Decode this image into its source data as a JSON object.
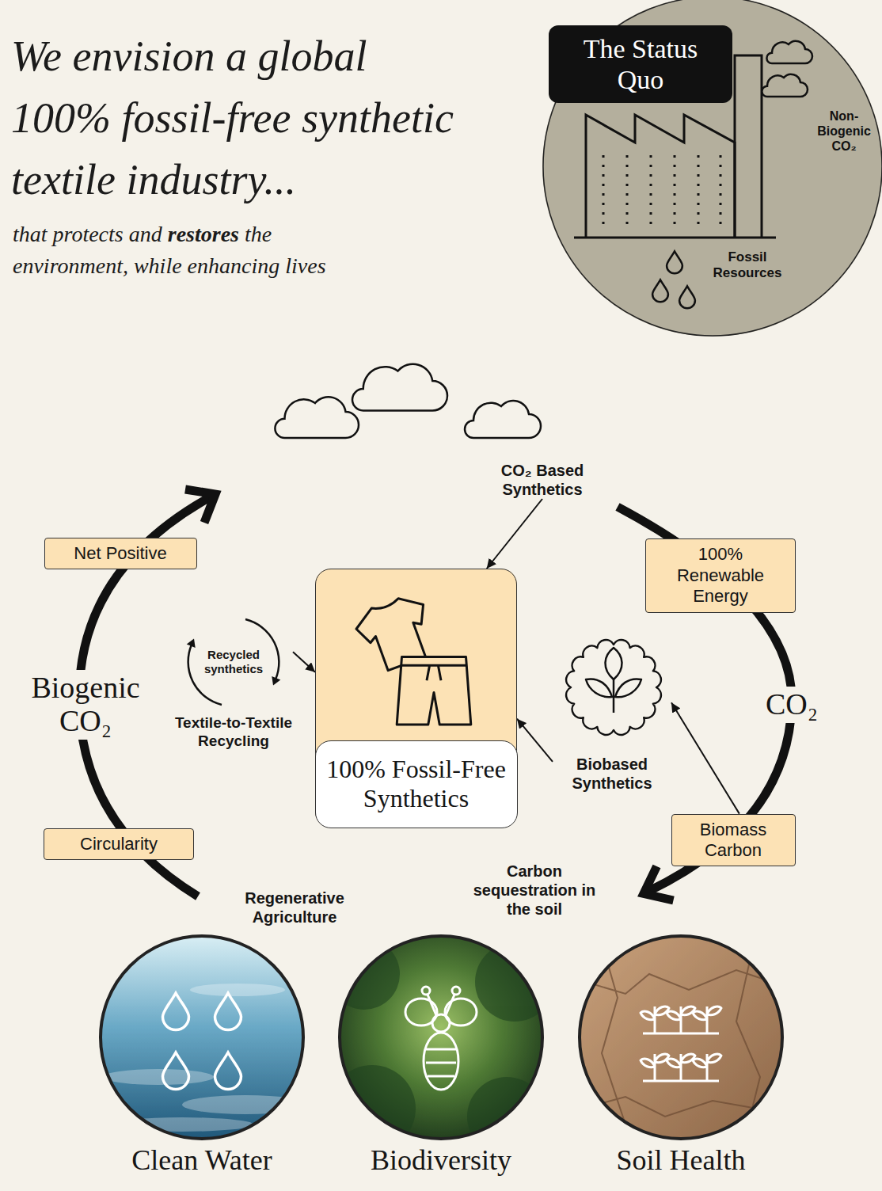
{
  "diagram": {
    "title": "We envision a global 100% fossil-free synthetic textile industry...",
    "nodes": [
      {
        "text": [
          "The Status Quo",
          "Non-Biogenic CO₂",
          "Fossil Resources"
        ]
      },
      {
        "text": [
          "Net Positive"
        ]
      },
      {
        "text": [
          "CO₂ Based Synthetics"
        ]
      },
      {
        "text": [
          "100% Renewable Energy"
        ]
      },
      {
        "text": [
          "Recycled synthetics",
          "Textile-to-Textile Recycling"
        ]
      },
      {
        "text": [
          "100% Fossil-Free Synthetics"
        ]
      },
      {
        "text": [
          "Biobased Synthetics"
        ]
      },
      {
        "text": [
          "Circularity"
        ]
      },
      {
        "text": [
          "Biomass Carbon"
        ]
      },
      {
        "text": [
          "Clean Water"
        ]
      },
      {
        "text": [
          "Biodiversity"
        ]
      },
      {
        "text": [
          "Soil Health"
        ]
      }
    ],
    "edges": [
      {
        "from": 2,
        "to": 5,
        "arrow": "to"
      },
      {
        "from": 4,
        "to": 5,
        "arrow": "to"
      },
      {
        "from": 6,
        "to": 5,
        "arrow": "to"
      },
      {
        "from": 8,
        "to": 6,
        "arrow": "to"
      }
    ],
    "labels": [
      "that protects and",
      "restores",
      "the environment, while enhancing lives",
      "Biogenic CO₂",
      "CO₂",
      "Regenerative Agriculture",
      "Carbon sequestration in the soil"
    ]
  }
}
